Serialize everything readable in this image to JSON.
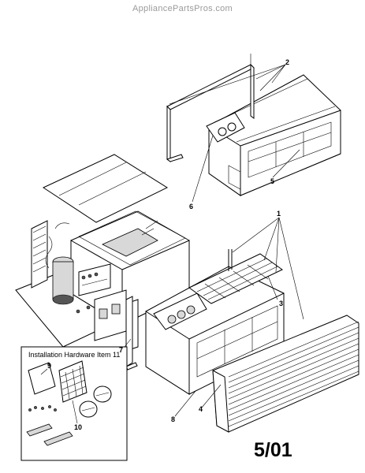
{
  "header": {
    "watermark": "AppliancePartsPros.com"
  },
  "callouts": [
    "1",
    "2",
    "3",
    "4",
    "5",
    "6",
    "7",
    "8",
    "9",
    "10"
  ],
  "inset": {
    "title": "Installation Hardware Item 11"
  },
  "footer": {
    "date_code": "5/01"
  }
}
